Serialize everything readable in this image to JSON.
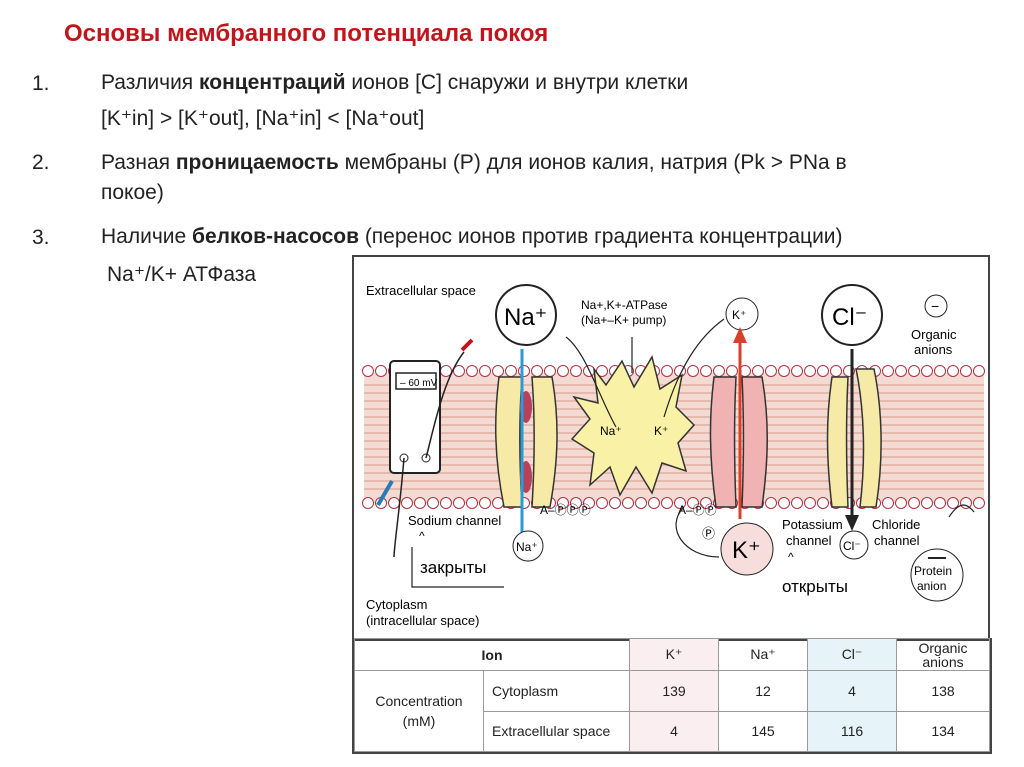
{
  "title": "Основы мембранного потенциала покоя",
  "points": [
    {
      "num": "1.",
      "pre": "Различия ",
      "bold": "концентраций",
      "post": " ионов [C] снаружи и внутри клетки"
    },
    {
      "num": "2.",
      "pre": "Разная ",
      "bold": "проницаемость",
      "post": " мембраны (P) для ионов калия, натрия (Pk > PNa в"
    },
    {
      "num": "3.",
      "pre": "Наличие ",
      "bold": "белков-насосов",
      "post": " (перенос ионов против градиента концентрации)"
    }
  ],
  "point1_line2": "[K⁺in] > [K⁺out], [Na⁺in] < [Na⁺out]",
  "point2_line2": "покое)",
  "pump_note": "Na⁺/K+ АТФаза",
  "figure": {
    "extracellular": "Extracellular space",
    "na_big": "Na⁺",
    "pump_title1": "Na+,K+-ATPase",
    "pump_title2": "(Na+–K+ pump)",
    "k_small": "K⁺",
    "cl_big": "Cl⁻",
    "organic1": "Organic",
    "organic2": "anions",
    "voltmeter": "– 60 mV",
    "pump_na": "Na⁺",
    "pump_k": "K⁺",
    "sodium_channel": "Sodium channel",
    "atp": "A–ⓅⓅⓅ",
    "adp": "A–ⓅⓅ",
    "p": "Ⓟ",
    "na_small": "Na⁺",
    "k_big": "K⁺",
    "potassium1": "Potassium",
    "potassium2": "channel",
    "cl_small": "Cl⁻",
    "chloride1": "Chloride",
    "chloride2": "channel",
    "protein1": "Protein",
    "protein2": "anion",
    "closed": "закрыты",
    "open": "открыты",
    "cytoplasm1": "Cytoplasm",
    "cytoplasm2": "(intracellular space)",
    "caret": "^"
  },
  "table": {
    "ion_header": "Ion",
    "ions": [
      "K⁺",
      "Na⁺",
      "Cl⁻",
      "Organic anions"
    ],
    "conc_label": "Concentration",
    "conc_unit": "(mM)",
    "rows": [
      {
        "label": "Cytoplasm",
        "values": [
          "139",
          "12",
          "4",
          "138"
        ]
      },
      {
        "label": "Extracellular space",
        "values": [
          "4",
          "145",
          "116",
          "134"
        ]
      }
    ]
  }
}
